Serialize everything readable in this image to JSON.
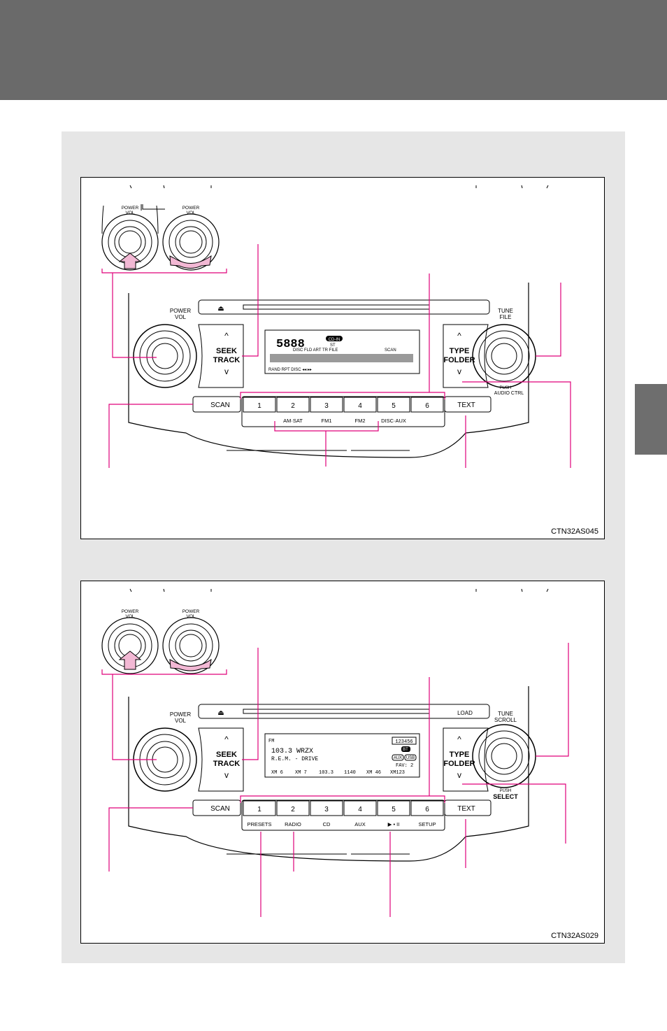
{
  "accent_color": "#e0007a",
  "figure1": {
    "code": "CTN32AS045",
    "inset_labels": {
      "knob1": "POWER\nVOL",
      "knob2": "POWER\nVOL"
    },
    "left_knob": {
      "line1": "POWER",
      "line2": "VOL"
    },
    "right_knob": {
      "line1": "TUNE",
      "line2": "FILE",
      "push1": "PUSH",
      "push2": "AUDIO CTRL"
    },
    "seek": {
      "line1": "SEEK",
      "line2": "TRACK"
    },
    "type": {
      "line1": "TYPE",
      "line2": "FOLDER"
    },
    "scan": "SCAN",
    "text_button": "TEXT",
    "presets": [
      "1",
      "2",
      "3",
      "4",
      "5",
      "6"
    ],
    "sublabels": [
      "",
      "AM·SAT",
      "FM1",
      "FM2",
      "DISC·AUX",
      ""
    ],
    "display": {
      "number": "5888",
      "badge": "CD-IN",
      "st": "ST",
      "info_row": "DISC    FLD  ART  TR  FILE",
      "scan": "SCAN",
      "bottom": "RAND   RPT   DISC   ◂◂   ▸▸"
    }
  },
  "figure2": {
    "code": "CTN32AS029",
    "inset_labels": {
      "knob1": "POWER\nVOL",
      "knob2": "POWER\nVOL"
    },
    "left_knob": {
      "line1": "POWER",
      "line2": "VOL"
    },
    "right_knob": {
      "line1": "TUNE",
      "line2": "SCROLL",
      "push1": "PUSH",
      "push2": "SELECT"
    },
    "seek": {
      "line1": "SEEK",
      "line2": "TRACK"
    },
    "type": {
      "line1": "TYPE",
      "line2": "FOLDER"
    },
    "load": "LOAD",
    "scan": "SCAN",
    "text_button": "TEXT",
    "presets": [
      "1",
      "2",
      "3",
      "4",
      "5",
      "6"
    ],
    "sublabels": [
      "PRESETS",
      "RADIO",
      "CD",
      "AUX",
      "▶ • II",
      "SETUP"
    ],
    "display": {
      "band": "FM",
      "station": "103.3 WRZX",
      "song": "R.E.M. - DRIVE",
      "status_icons": "123456",
      "bt": "BT",
      "aux": "AUX",
      "usb": "USB",
      "fav": "FAV: 2",
      "bottom": [
        "XM 6",
        "XM 7",
        "103.3",
        "1140",
        "XM 46",
        "XM123"
      ]
    }
  }
}
